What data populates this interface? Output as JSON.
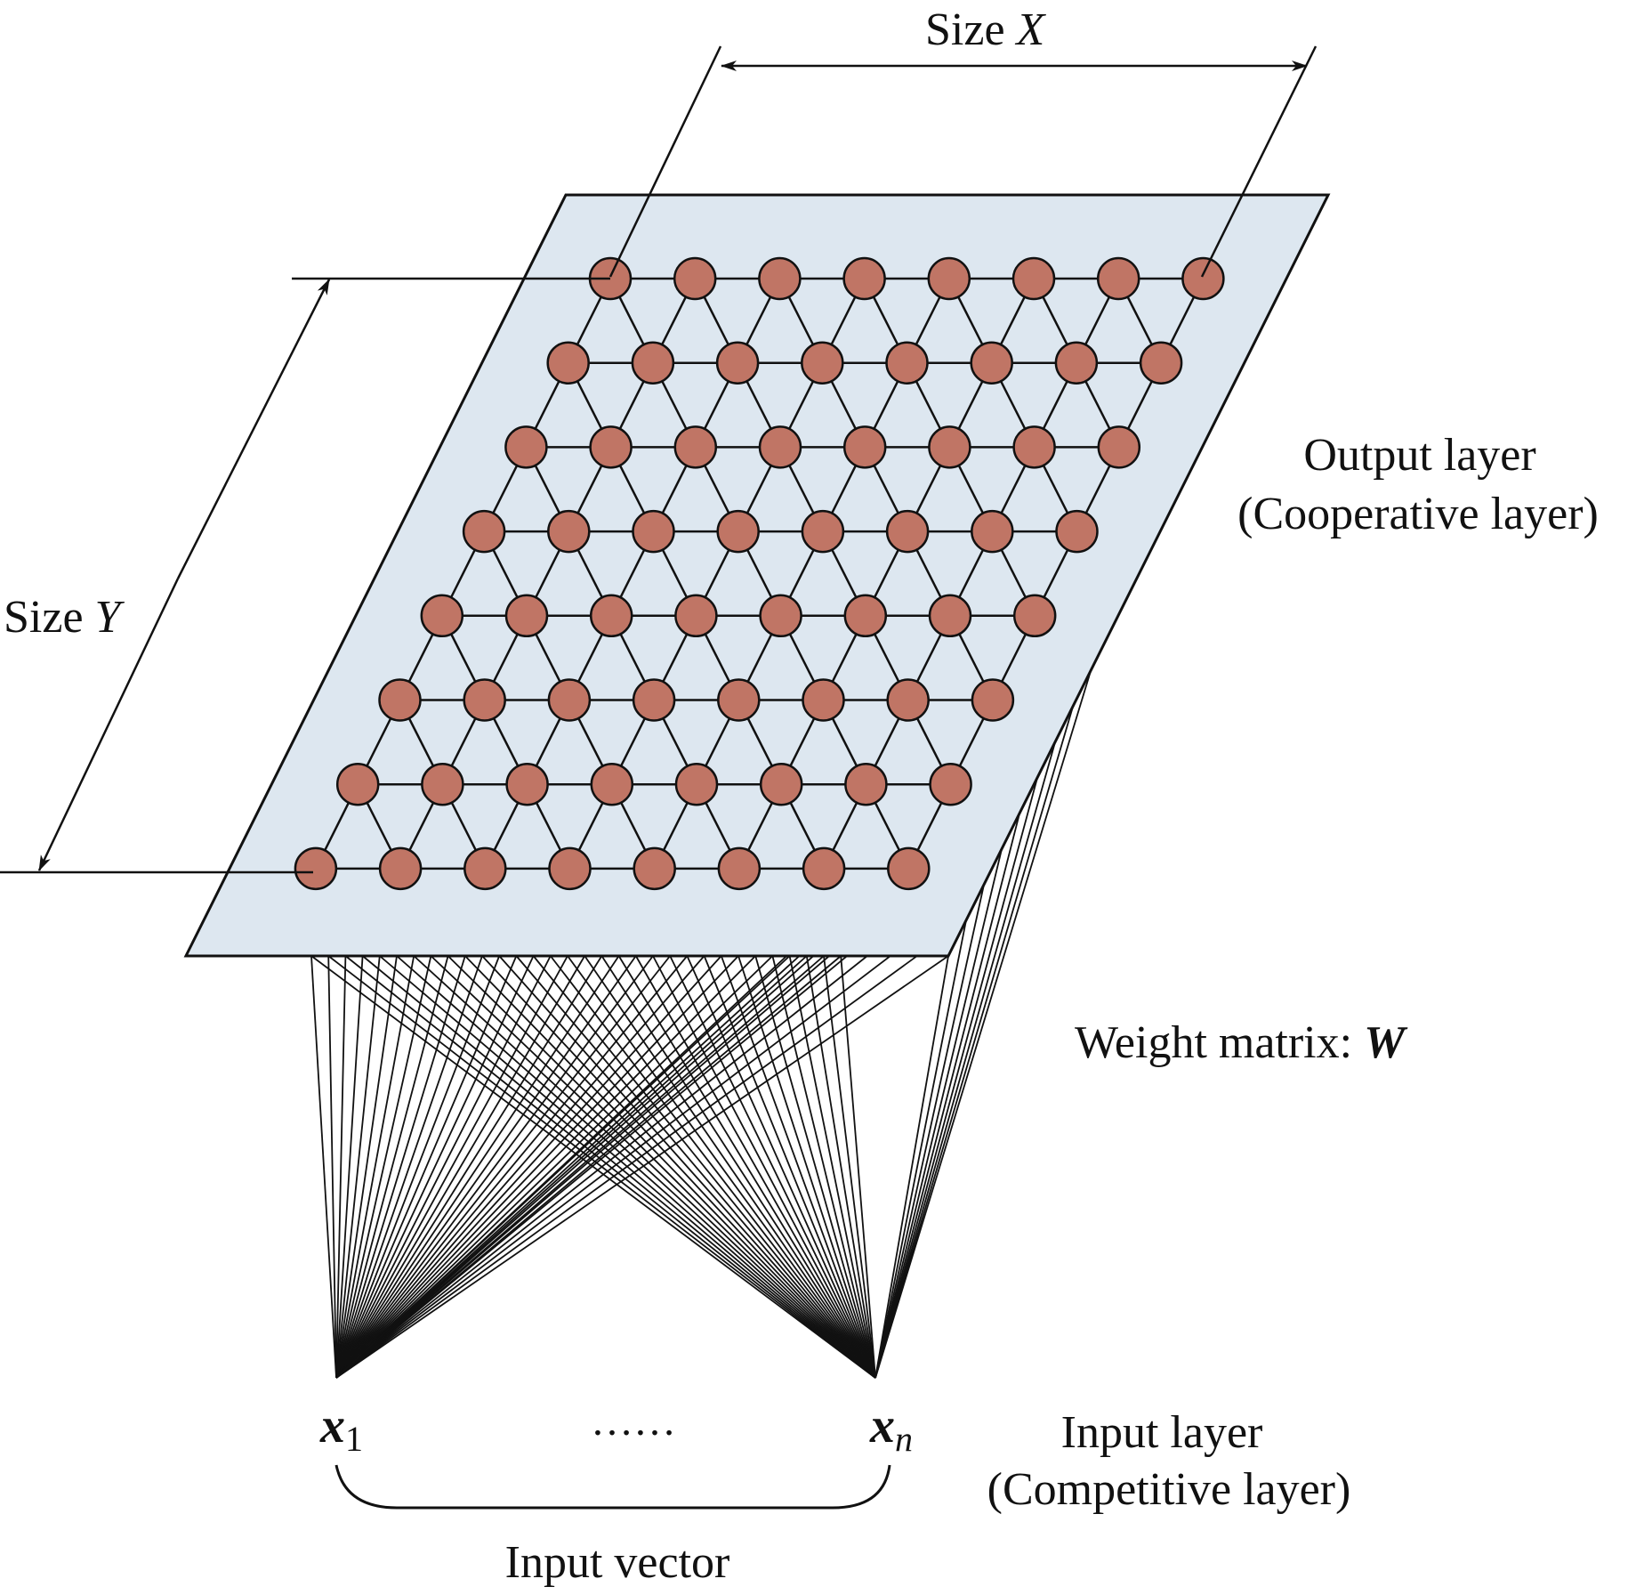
{
  "diagram": {
    "size_x_label": "Size ",
    "size_x_var": "X",
    "size_y_label": "Size ",
    "size_y_var": "Y",
    "output_layer_label": "Output layer",
    "output_layer_sublabel": "(Cooperative layer)",
    "weight_label": "Weight matrix: ",
    "weight_var": "W",
    "input_first_var": "x",
    "input_first_sub": "1",
    "input_ellipsis": "……",
    "input_last_var": "x",
    "input_last_sub": "n",
    "input_layer_label": "Input layer",
    "input_layer_sublabel": "(Competitive layer)",
    "input_vector_label": "Input vector"
  },
  "grid": {
    "columns": 8,
    "rows": 8
  },
  "colors": {
    "plane_fill": "#dde7f0",
    "neuron_fill": "#c07565",
    "stroke": "#111111"
  }
}
